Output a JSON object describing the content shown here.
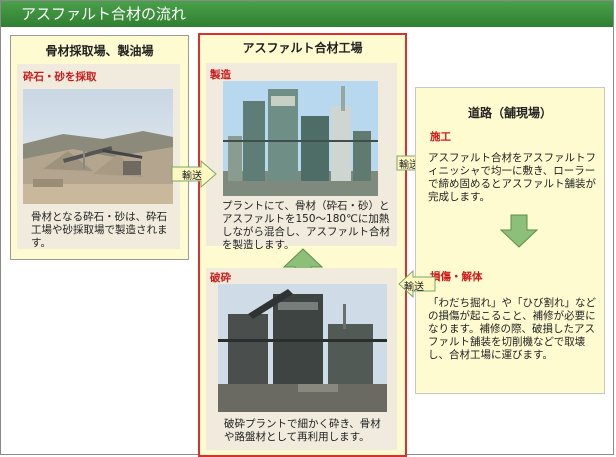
{
  "header": {
    "title": "アスファルト合材の流れ"
  },
  "panel_quarry": {
    "title": "骨材採取場、製油場",
    "section_label": "砕石・砂を採取",
    "description": "骨材となる砕石・砂は、砕石工場や砂採取場で製造されます。"
  },
  "panel_plant": {
    "title": "アスファルト合材工場",
    "manufacture": {
      "label": "製造",
      "description": "プラントにて、骨材（砕石・砂）とアスファルトを150〜180℃に加熱しながら混合し、アスファルト合材を製造します。"
    },
    "crushing": {
      "label": "破砕",
      "description": "破砕プラントで細かく砕き、骨材や路盤材として再利用します。"
    }
  },
  "panel_road": {
    "title": "道路（舗現場）",
    "construction": {
      "label": "施工",
      "description": "アスファルト合材をアスファルトフィニッシャで均一に敷き、ローラーで締め固めるとアスファルト舗装が完成します。"
    },
    "damage": {
      "label": "損傷・解体",
      "description": "「わだち掘れ」や「ひび割れ」などの損傷が起こること、補修が必要になります。補修の際、破損したアスファルト舗装を切削機などで取壊し、合材工場に運びます。"
    }
  },
  "arrows": {
    "transport_label": "輸送"
  },
  "colors": {
    "header_green": "#3a8f3c",
    "panel_yellow": "#fffbd0",
    "plant_border": "#d93030",
    "label_red": "#cc1a1a",
    "arrow_green": "#8cc07a",
    "arrow_yellow": "#fff8c0"
  }
}
